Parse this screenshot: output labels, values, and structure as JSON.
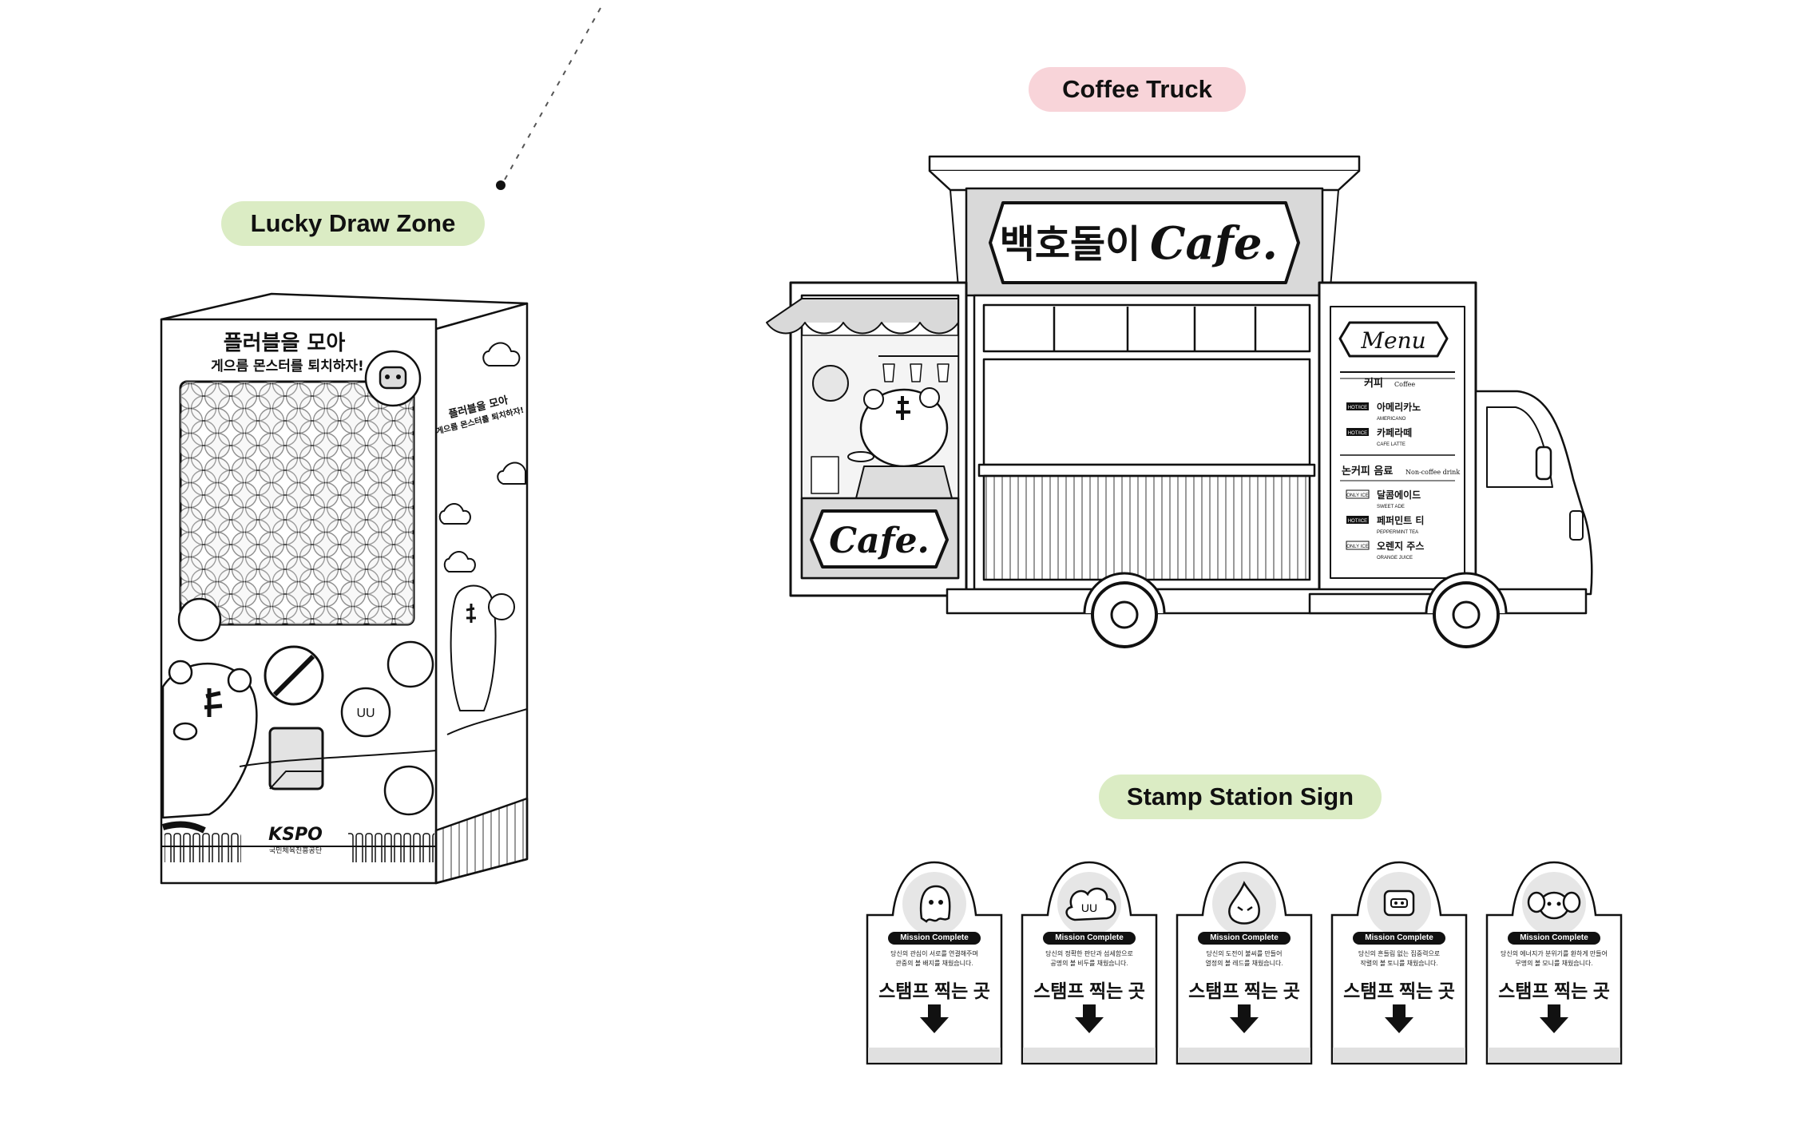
{
  "labels": {
    "lucky_draw": "Lucky Draw Zone",
    "coffee_truck": "Coffee Truck",
    "stamp_station": "Stamp Station Sign"
  },
  "lucky_machine": {
    "top_slogan_1": "플러블을 모아",
    "top_slogan_2": "게으름 몬스터를 퇴치하자!",
    "side_slogan_1": "플러블을 모아",
    "side_slogan_2": "게으름 몬스터를 퇴치하자!",
    "brand": "KSPO",
    "brand_sub": "국민체육진흥공단"
  },
  "truck": {
    "sign_korean": "백호돌이",
    "sign_script": "Cafe.",
    "door_sign": "Cafe.",
    "menu": {
      "title": "Menu",
      "coffee_header": "커피",
      "coffee_header_en": "Coffee",
      "coffee_items": [
        {
          "tag": "HOT/ICE",
          "name": "아메리카노",
          "en": "AMERICANO"
        },
        {
          "tag": "HOT/ICE",
          "name": "카페라떼",
          "en": "CAFE LATTE"
        }
      ],
      "noncoffee_header": "논커피 음료",
      "noncoffee_header_en": "Non-coffee drink",
      "noncoffee_items": [
        {
          "tag": "ONLY ICE",
          "name": "달콤에이드",
          "en": "SWEET ADE"
        },
        {
          "tag": "HOT/ICE",
          "name": "페퍼민트 티",
          "en": "PEPPERMINT TEA"
        },
        {
          "tag": "ONLY ICE",
          "name": "오렌지 주스",
          "en": "ORANGE JUICE"
        }
      ]
    }
  },
  "stamp_signs": [
    {
      "badge": "Mission Complete",
      "line1": "당신의 관심이 서로를 연결해주며",
      "line2": "관중의 볼 배지를 채웠습니다.",
      "title": "스탬프 찍는 곳",
      "icon": "ghost-icon"
    },
    {
      "badge": "Mission Complete",
      "line1": "당신의 정확한 판단과 섬세함으로",
      "line2": "공명의 볼 비두를 채웠습니다.",
      "title": "스탬프 찍는 곳",
      "icon": "cloud-monster-icon"
    },
    {
      "badge": "Mission Complete",
      "line1": "당신의 도전이 불씨를 만들어",
      "line2": "열정의 볼 레드를 채웠습니다.",
      "title": "스탬프 찍는 곳",
      "icon": "flame-monster-icon"
    },
    {
      "badge": "Mission Complete",
      "line1": "당신의 흔들림 없는 집중력으로",
      "line2": "작렬의 볼 토니를 채웠습니다.",
      "title": "스탬프 찍는 곳",
      "icon": "block-monster-icon"
    },
    {
      "badge": "Mission Complete",
      "line1": "당신의 에너지가 분위기를 환하게 만들어",
      "line2": "무명의 볼 모니를 채웠습니다.",
      "title": "스탬프 찍는 곳",
      "icon": "elephant-monster-icon"
    }
  ],
  "colors": {
    "green_pill": "#dbecc4",
    "pink_pill": "#f8d4d9",
    "line": "#111111",
    "gray_fill": "#d9d9d9"
  }
}
